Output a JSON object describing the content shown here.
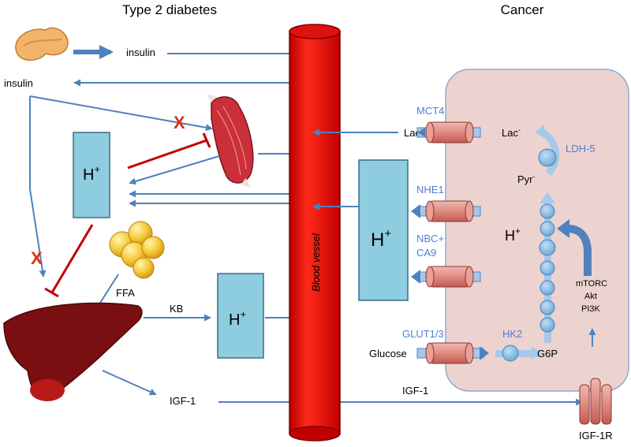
{
  "headers": {
    "left": "Type 2 diabetes",
    "right": "Cancer"
  },
  "labels": {
    "insulin_top": "insulin",
    "insulin_left": "insulin",
    "ffa": "FFA",
    "kb": "KB",
    "igf1_left": "IGF-1",
    "igf1_mid": "IGF-1",
    "blood_vessel": "Blood vessel",
    "lac_out": "Lac",
    "lac_in": "Lac",
    "pyr": "Pyr",
    "glucose": "Glucose",
    "g6p": "G6P",
    "mtorc": "mTORC",
    "akt": "Akt",
    "pi3k": "PI3K",
    "igf1r": "IGF-1R",
    "x_mark": "X"
  },
  "proteins": {
    "mct4": "MCT4",
    "ldh5": "LDH-5",
    "nhe1": "NHE1",
    "nbc_line1": "NBC+",
    "nbc_line2": "CA9",
    "glut": "GLUT1/3",
    "hk2": "HK2"
  },
  "proton": {
    "symbol": "H",
    "charge": "+"
  },
  "colors": {
    "arrow": "#4f81bd",
    "blue_text": "#4a7fd9",
    "vessel": "#e01010",
    "box_fill": "#8ecde0",
    "cell_fill": "#ecd3cf",
    "inhibit": "#c00000",
    "x_mark": "#e03010"
  },
  "icons": [
    "pancreas-icon",
    "muscle-icon",
    "fat-cells-icon",
    "liver-icon"
  ]
}
